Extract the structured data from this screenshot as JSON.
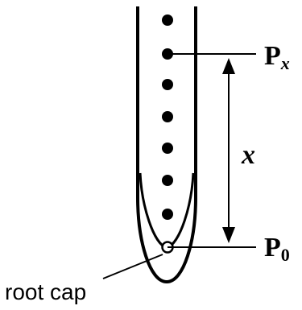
{
  "diagram": {
    "labels": {
      "px_main": "P",
      "px_sub": "x",
      "p0_main": "P",
      "p0_sub": "0",
      "distance": "x",
      "root_cap": "root cap"
    },
    "root": {
      "dot_count": 8,
      "marked_dots": [
        "P_x",
        "P_0"
      ]
    },
    "colors": {
      "stroke": "#000000",
      "background": "#ffffff"
    }
  }
}
